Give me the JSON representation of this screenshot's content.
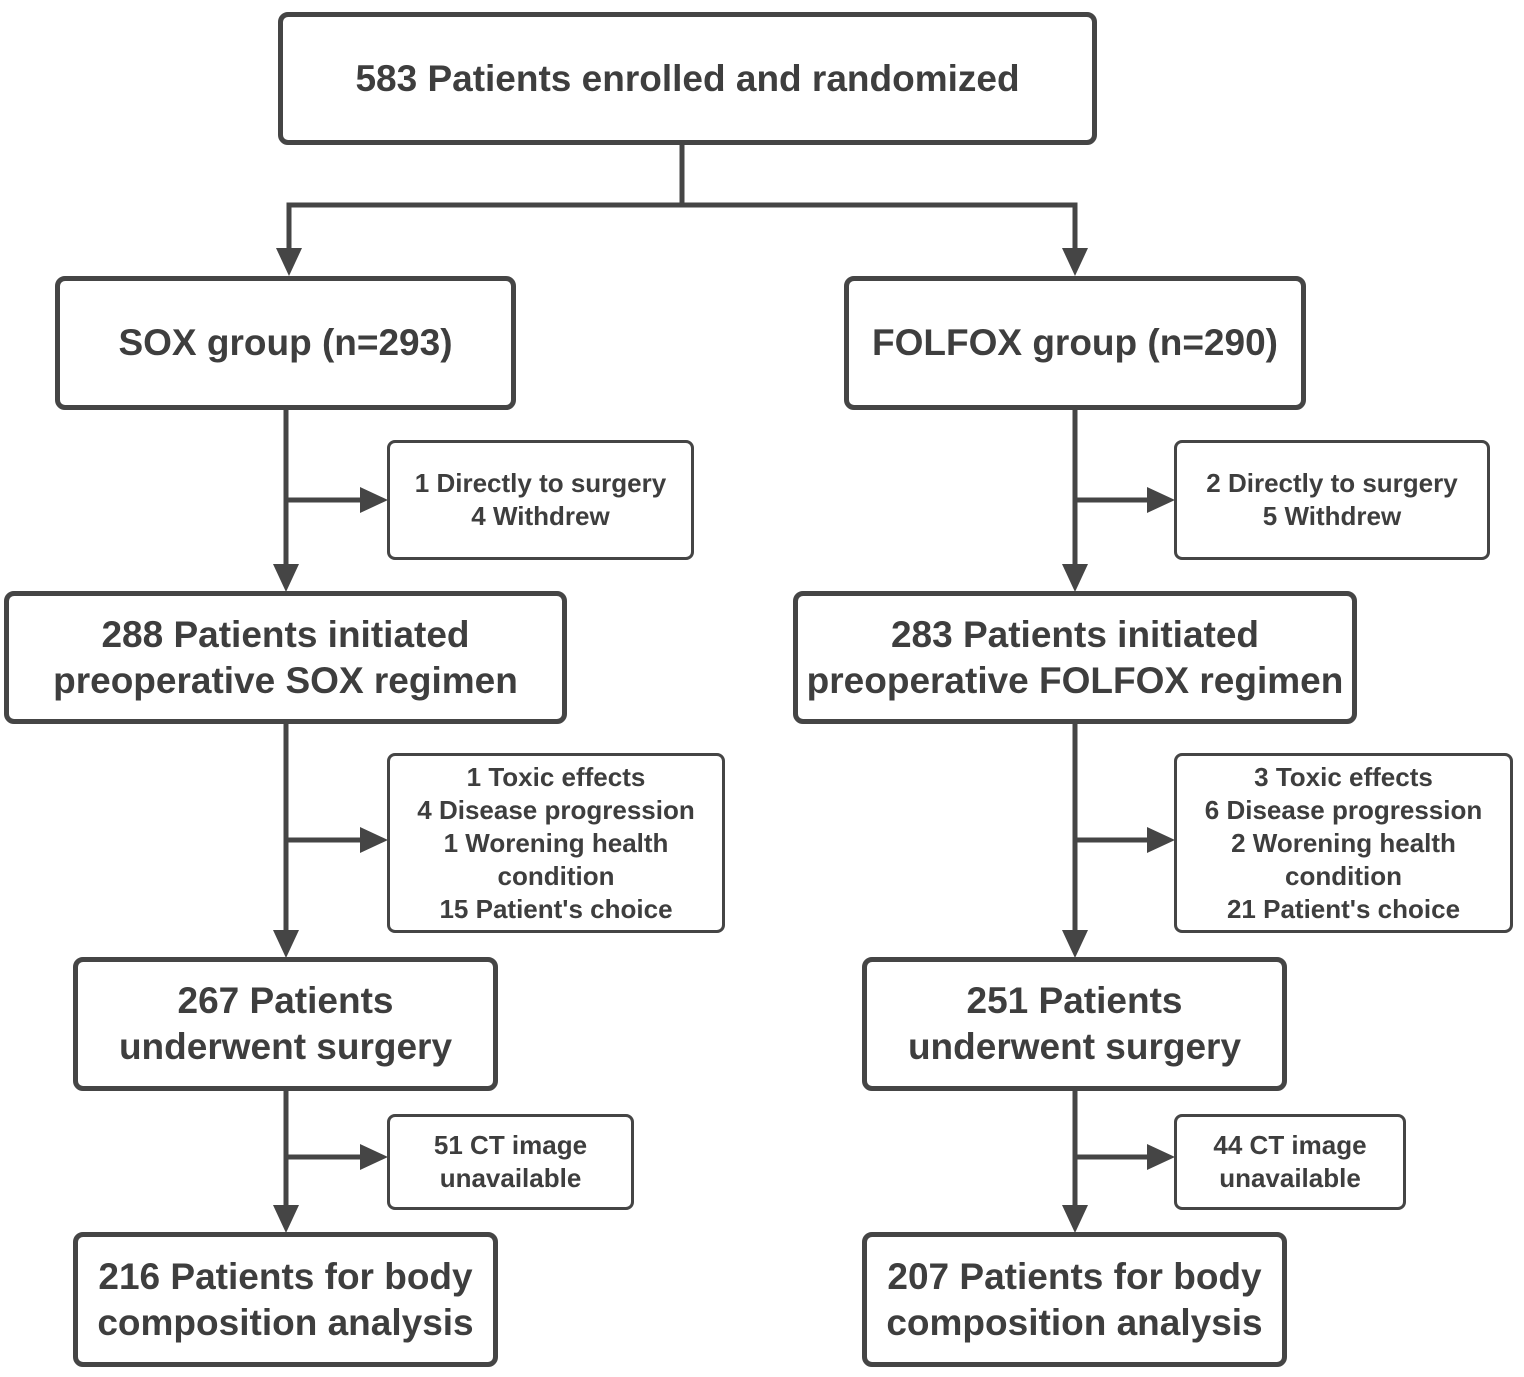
{
  "colors": {
    "stroke": "#454545",
    "text": "#3e3e3e",
    "background": "#ffffff"
  },
  "top": {
    "lines": [
      "583 Patients enrolled and randomized"
    ]
  },
  "left": {
    "group": {
      "lines": [
        "SOX group (n=293)"
      ]
    },
    "exclusion1": {
      "lines": [
        "1 Directly to surgery",
        "4 Withdrew"
      ]
    },
    "initiated": {
      "lines": [
        "288 Patients initiated",
        "preoperative SOX regimen"
      ]
    },
    "exclusion2": {
      "lines": [
        "1 Toxic effects",
        "4 Disease progression",
        "1 Worening health",
        "condition",
        "15 Patient's choice"
      ]
    },
    "surgery": {
      "lines": [
        "267 Patients",
        "underwent surgery"
      ]
    },
    "exclusion3": {
      "lines": [
        "51 CT image",
        "unavailable"
      ]
    },
    "analysis": {
      "lines": [
        "216 Patients for body",
        "composition analysis"
      ]
    }
  },
  "right": {
    "group": {
      "lines": [
        "FOLFOX group (n=290)"
      ]
    },
    "exclusion1": {
      "lines": [
        "2 Directly to surgery",
        "5 Withdrew"
      ]
    },
    "initiated": {
      "lines": [
        "283 Patients initiated",
        "preoperative FOLFOX regimen"
      ]
    },
    "exclusion2": {
      "lines": [
        "3 Toxic effects",
        "6 Disease progression",
        "2 Worening health",
        "condition",
        "21 Patient's choice"
      ]
    },
    "surgery": {
      "lines": [
        "251 Patients",
        "underwent surgery"
      ]
    },
    "exclusion3": {
      "lines": [
        "44 CT image",
        "unavailable"
      ]
    },
    "analysis": {
      "lines": [
        "207 Patients for body",
        "composition analysis"
      ]
    }
  }
}
